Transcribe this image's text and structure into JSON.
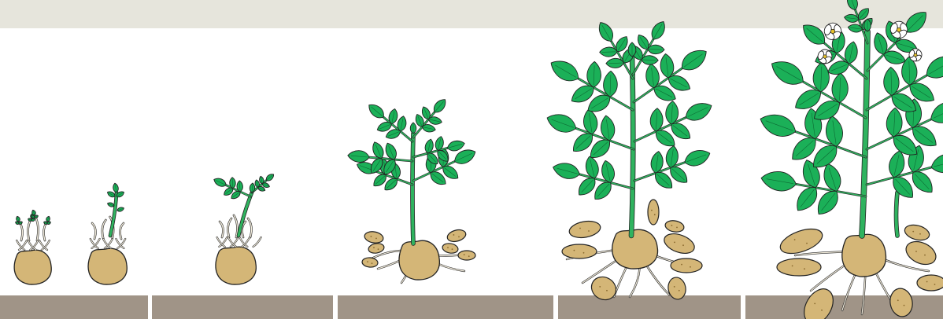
{
  "palette": {
    "top_band": "#e6e5dc",
    "stage_bar": "#a09487",
    "leaf": "#1bb058",
    "stem": "#2fb35f",
    "tuber": "#d4b677",
    "outline": "#222222",
    "root": "#f2ecdc",
    "flower": "#ffffff"
  },
  "stages": [
    {
      "id": "sprouting",
      "label": ""
    },
    {
      "id": "vegetative",
      "label": ""
    },
    {
      "id": "tuber-initiation",
      "label": ""
    },
    {
      "id": "tuber-bulking",
      "label": ""
    },
    {
      "id": "maturation",
      "label": ""
    }
  ]
}
